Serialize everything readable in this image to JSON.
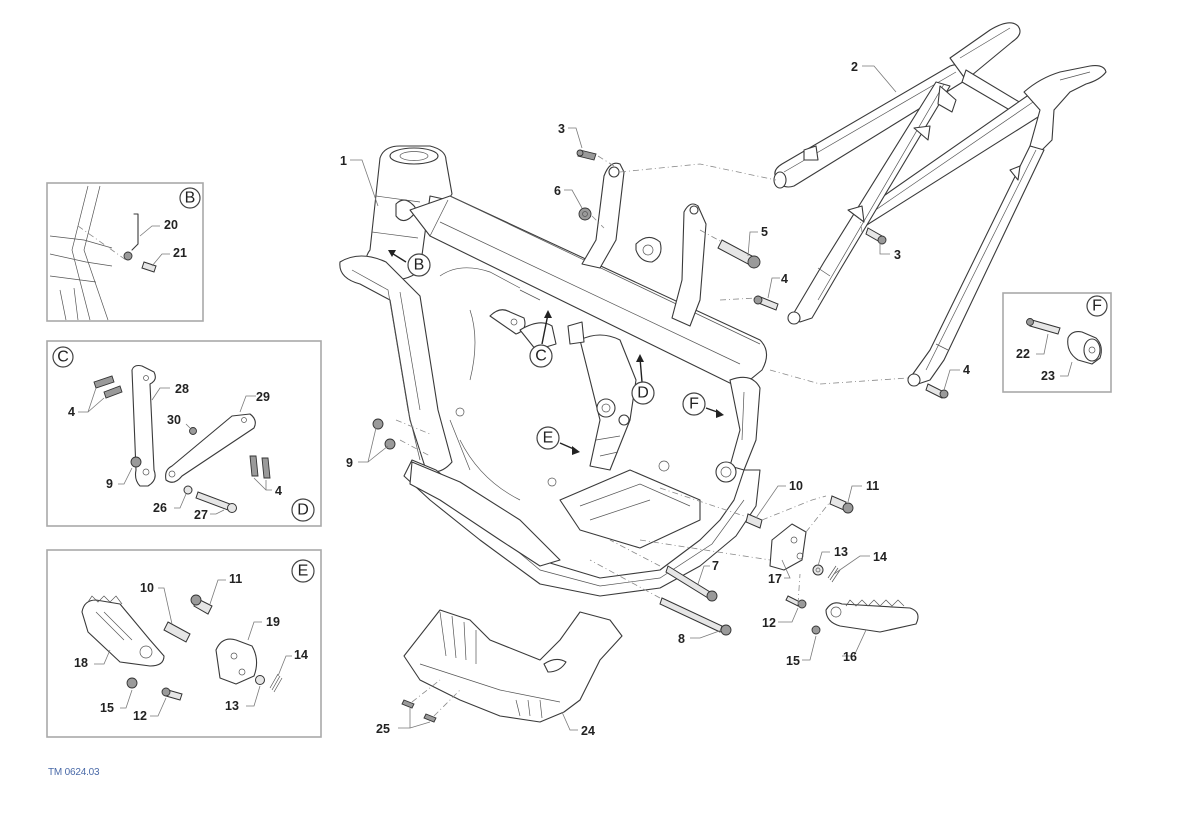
{
  "figure_code": "TM 0624.03",
  "main_callouts": {
    "c1": "1",
    "c2": "2",
    "c3a": "3",
    "c3b": "3",
    "c4a": "4",
    "c4b": "4",
    "c5": "5",
    "c6": "6",
    "c7": "7",
    "c8": "8",
    "c9": "9",
    "c10": "10",
    "c11": "11",
    "c12": "12",
    "c13": "13",
    "c14": "14",
    "c15": "15",
    "c16": "16",
    "c17": "17",
    "c24": "24",
    "c25": "25"
  },
  "view_markers": {
    "B": "B",
    "C": "C",
    "D": "D",
    "E": "E",
    "F": "F"
  },
  "detail_B": {
    "letter": "B",
    "callouts": [
      "20",
      "21"
    ]
  },
  "detail_C": {
    "letter": "C",
    "letter2": "D",
    "callouts": [
      "4",
      "28",
      "30",
      "29",
      "9",
      "4",
      "26",
      "27"
    ]
  },
  "detail_E": {
    "letter": "E",
    "callouts": [
      "10",
      "11",
      "19",
      "14",
      "18",
      "15",
      "12",
      "13"
    ]
  },
  "detail_F": {
    "letter": "F",
    "callouts": [
      "22",
      "23"
    ]
  }
}
